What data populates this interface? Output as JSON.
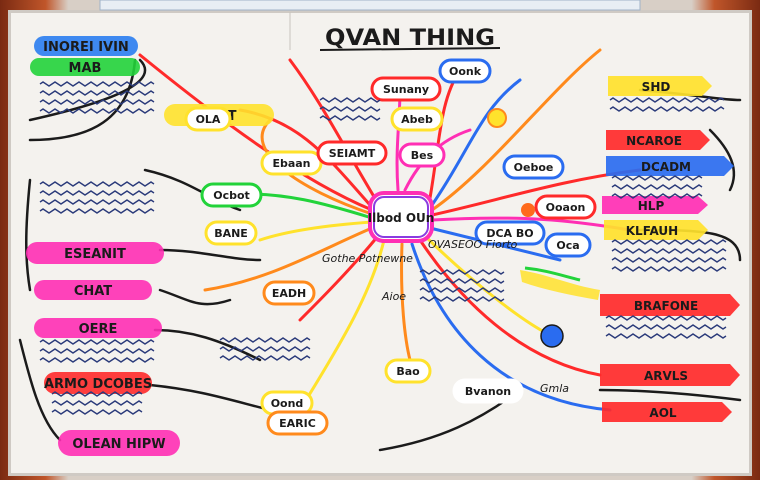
{
  "title": "QVAN THING",
  "center": "Ilbod OUn",
  "colors": {
    "board": "#f4f2ee",
    "ink": "#1b1b1b",
    "red": "#ff2a2a",
    "orange": "#ff8a1c",
    "yellow": "#ffe22c",
    "green": "#22d33a",
    "blue": "#2a6cf0",
    "magenta": "#ff2fb4",
    "purple": "#8a3be0"
  },
  "left_labels": [
    {
      "text": "INOREI IVIN",
      "color": "#2a7df0"
    },
    {
      "text": "MAB",
      "color": "#22d33a"
    },
    {
      "text": "ELAT",
      "color": "#ffe22c"
    },
    {
      "text": "ESEANIT",
      "color": "#ff2fb4"
    },
    {
      "text": "CHAT",
      "color": "#ff2fb4"
    },
    {
      "text": "OERE",
      "color": "#ff2fb4"
    },
    {
      "text": "ARMO DCOBES",
      "color": "#ff2a2a"
    },
    {
      "text": "OLEAN HIPW",
      "color": "#ff2fb4"
    }
  ],
  "right_labels": [
    {
      "text": "SHD",
      "color": "#ffe22c"
    },
    {
      "text": "NCAROE",
      "color": "#ff2a2a"
    },
    {
      "text": "DCADM",
      "color": "#2a6cf0"
    },
    {
      "text": "HLP",
      "color": "#ff2fb4"
    },
    {
      "text": "KLFAUH",
      "color": "#ffe22c"
    },
    {
      "text": "BRAFONE",
      "color": "#ff2a2a"
    },
    {
      "text": "ARVLS",
      "color": "#ff2a2a"
    },
    {
      "text": "AOL",
      "color": "#ff2a2a"
    }
  ],
  "inner_nodes": [
    {
      "text": "OLA"
    },
    {
      "text": "Ebaan"
    },
    {
      "text": "Ocbot"
    },
    {
      "text": "BANE"
    },
    {
      "text": "Sunany"
    },
    {
      "text": "Abeb"
    },
    {
      "text": "Bes"
    },
    {
      "text": "SEIAMT"
    },
    {
      "text": "Oeboe"
    },
    {
      "text": "DCA BO"
    },
    {
      "text": "Oca"
    },
    {
      "text": "Ooaon"
    },
    {
      "text": "Oond"
    },
    {
      "text": "EARIC"
    },
    {
      "text": "Bao"
    },
    {
      "text": "EADH"
    },
    {
      "text": "Oonk"
    },
    {
      "text": "Bvanon"
    }
  ],
  "free_text": [
    {
      "text": "Gothe Potnewne"
    },
    {
      "text": "OVASEOO Fiorto"
    },
    {
      "text": "Aioe"
    },
    {
      "text": "Gmla"
    }
  ]
}
